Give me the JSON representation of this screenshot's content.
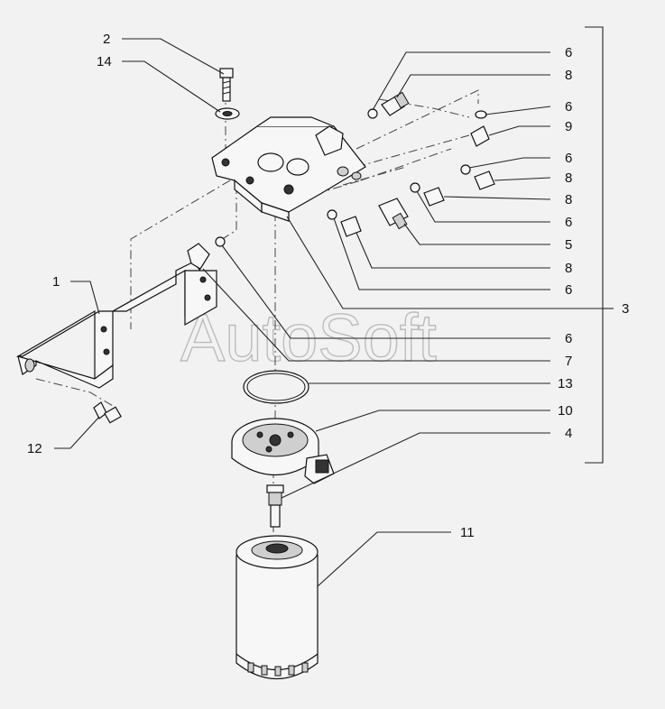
{
  "watermark": "AutoSoft",
  "callouts": {
    "c2": "2",
    "c14": "14",
    "c1": "1",
    "c12": "12",
    "r6a": "6",
    "r8a": "8",
    "r6b": "6",
    "r9": "9",
    "r6c": "6",
    "r8b": "8",
    "r8c": "8",
    "r6d": "6",
    "r5": "5",
    "r8d": "8",
    "r6e": "6",
    "r3": "3",
    "r6f": "6",
    "r7": "7",
    "r13": "13",
    "r10": "10",
    "r4": "4",
    "r11": "11"
  }
}
